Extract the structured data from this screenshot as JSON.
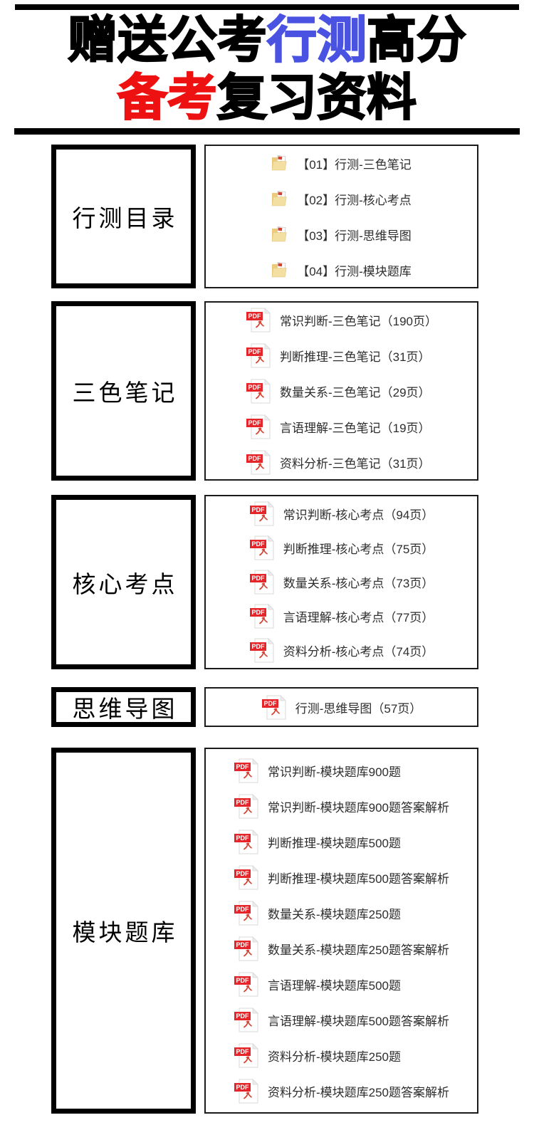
{
  "title": {
    "line1": [
      {
        "text": "赠送公考",
        "color": "#000000"
      },
      {
        "text": "行测",
        "color": "#4a52e2"
      },
      {
        "text": "高分",
        "color": "#000000"
      }
    ],
    "line2": [
      {
        "text": "备考",
        "color": "#ee1111"
      },
      {
        "text": "复习资料",
        "color": "#000000"
      }
    ]
  },
  "colors": {
    "accent_blue": "#4a52e2",
    "accent_red": "#ee1111",
    "bar_black": "#000000",
    "pdf_red": "#e5252a",
    "folder_yellow": "#f3dfa2",
    "item_text": "#2d2d2d"
  },
  "sections": [
    {
      "label": "行测目录",
      "icon": "folder-pdf-icon",
      "items": [
        "【01】行测-三色笔记",
        "【02】行测-核心考点",
        "【03】行测-思维导图",
        "【04】行测-模块题库"
      ]
    },
    {
      "label": "三色笔记",
      "icon": "pdf-file-icon",
      "items": [
        "常识判断-三色笔记（190页）",
        "判断推理-三色笔记（31页）",
        "数量关系-三色笔记（29页）",
        "言语理解-三色笔记（19页）",
        "资料分析-三色笔记（31页）"
      ]
    },
    {
      "label": "核心考点",
      "icon": "pdf-file-icon",
      "items": [
        "常识判断-核心考点（94页）",
        "判断推理-核心考点（75页）",
        "数量关系-核心考点（73页）",
        "言语理解-核心考点（77页）",
        "资料分析-核心考点（74页）"
      ]
    },
    {
      "label": "思维导图",
      "icon": "pdf-file-icon",
      "items": [
        "行测-思维导图（57页）"
      ]
    },
    {
      "label": "模块题库",
      "icon": "pdf-file-icon",
      "items": [
        "常识判断-模块题库900题",
        "常识判断-模块题库900题答案解析",
        "判断推理-模块题库500题",
        "判断推理-模块题库500题答案解析",
        "数量关系-模块题库250题",
        "数量关系-模块题库250题答案解析",
        "言语理解-模块题库500题",
        "言语理解-模块题库500题答案解析",
        "资料分析-模块题库250题",
        "资料分析-模块题库250题答案解析"
      ]
    }
  ]
}
